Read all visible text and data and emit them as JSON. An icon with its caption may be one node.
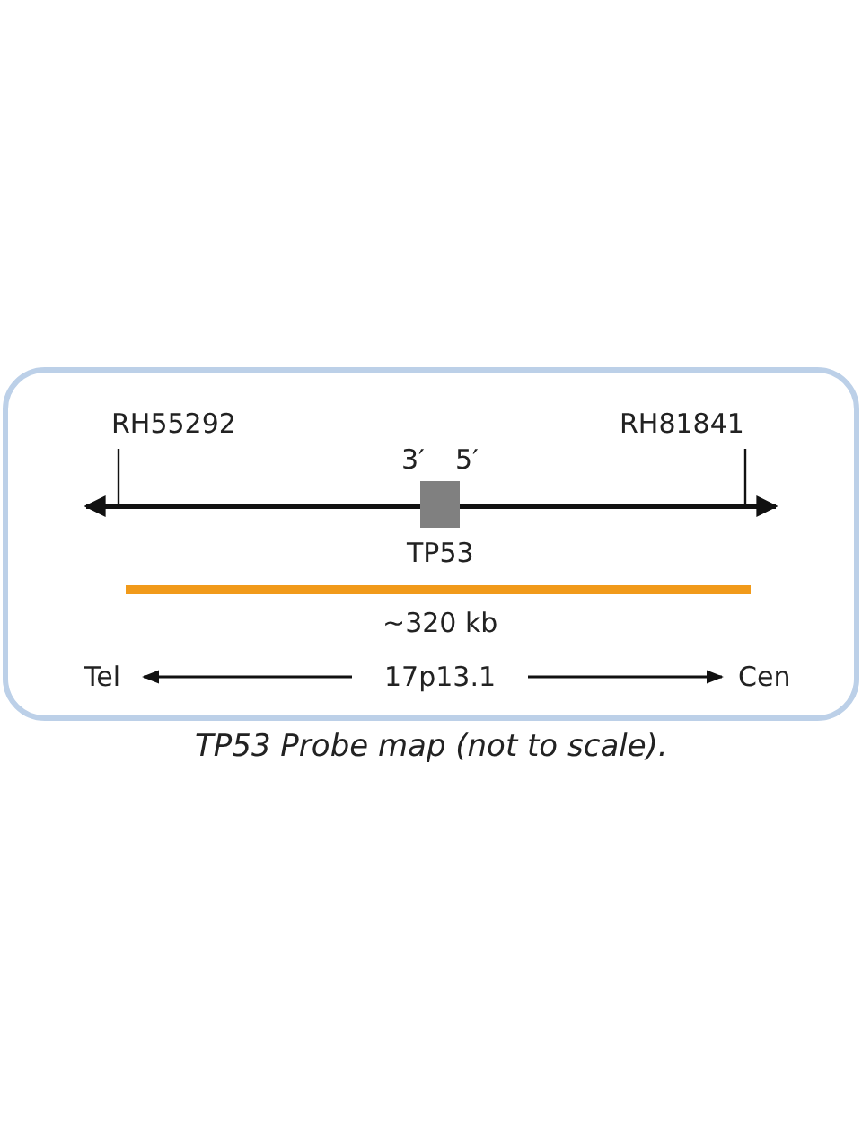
{
  "diagram": {
    "caption": "TP53 Probe map (not to scale).",
    "labels": [
      "RH55292",
      "RH81841",
      "3′",
      "5′",
      "TP53",
      "~320 kb",
      "Tel",
      "17p13.1",
      "Cen"
    ]
  }
}
